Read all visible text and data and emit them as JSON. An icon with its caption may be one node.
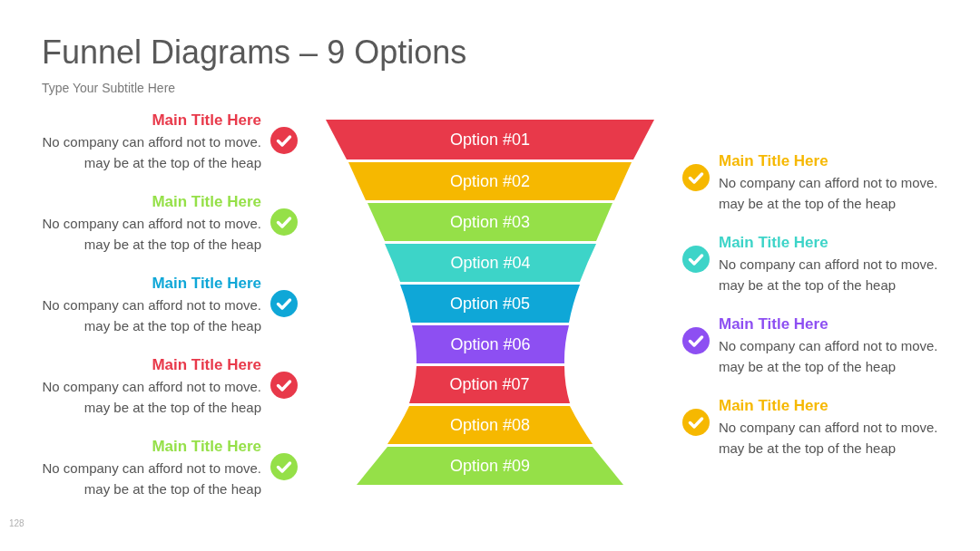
{
  "diagram": {
    "title": "Funnel Diagrams – 9 Options",
    "nodes": [
      {
        "text": [
          "Option #01"
        ]
      },
      {
        "text": [
          "Option #02"
        ]
      },
      {
        "text": [
          "Option #03"
        ]
      },
      {
        "text": [
          "Option #04"
        ]
      },
      {
        "text": [
          "Option #05"
        ]
      },
      {
        "text": [
          "Option #06"
        ]
      },
      {
        "text": [
          "Option #07"
        ]
      },
      {
        "text": [
          "Option #08"
        ]
      },
      {
        "text": [
          "Option #09"
        ]
      }
    ],
    "labels": [
      "Type Your Subtitle Here",
      "Main Title Here",
      "No company can afford not to move. may be at the top of the heap",
      "Main Title Here",
      "No company can afford not to move. may be at the top of the heap",
      "Main Title Here",
      "No company can afford not to move. may be at the top of the heap",
      "Main Title Here",
      "No company can afford not to move. may be at the top of the heap",
      "Main Title Here",
      "No company can afford not to move. may be at the top of the heap",
      "Main Title Here",
      "No company can afford not to move. may be at the top of the heap",
      "Main Title Here",
      "No company can afford not to move. may be at the top of the heap",
      "Main Title Here",
      "No company can afford not to move. may be at the top of the heap",
      "Main Title Here",
      "No company can afford not to move. may be at the top of the heap",
      "128"
    ]
  }
}
